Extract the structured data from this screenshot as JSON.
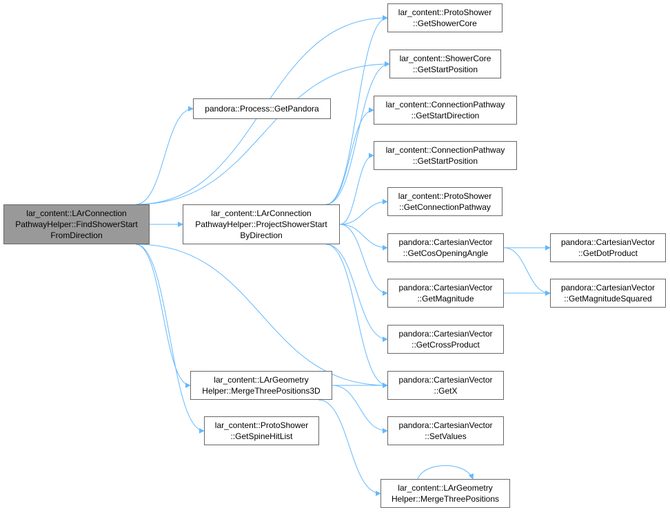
{
  "diagram": {
    "edge_color": "#63b8ff",
    "root_fill": "#999999",
    "node_fill": "#ffffff",
    "node_border": "#666666",
    "nodes": {
      "root": [
        "lar_content::LArConnection",
        "PathwayHelper::FindShowerStart",
        "FromDirection"
      ],
      "get_pandora": [
        "pandora::Process::GetPandora"
      ],
      "project_shower_start": [
        "lar_content::LArConnection",
        "PathwayHelper::ProjectShowerStart",
        "ByDirection"
      ],
      "merge_three_positions_3d": [
        "lar_content::LArGeometry",
        "Helper::MergeThreePositions3D"
      ],
      "get_spine_hit_list": [
        "lar_content::ProtoShower",
        "::GetSpineHitList"
      ],
      "get_shower_core": [
        "lar_content::ProtoShower",
        "::GetShowerCore"
      ],
      "shower_core_get_start_position": [
        "lar_content::ShowerCore",
        "::GetStartPosition"
      ],
      "pathway_get_start_direction": [
        "lar_content::ConnectionPathway",
        "::GetStartDirection"
      ],
      "pathway_get_start_position": [
        "lar_content::ConnectionPathway",
        "::GetStartPosition"
      ],
      "get_connection_pathway": [
        "lar_content::ProtoShower",
        "::GetConnectionPathway"
      ],
      "get_cos_opening_angle": [
        "pandora::CartesianVector",
        "::GetCosOpeningAngle"
      ],
      "get_magnitude": [
        "pandora::CartesianVector",
        "::GetMagnitude"
      ],
      "get_cross_product": [
        "pandora::CartesianVector",
        "::GetCrossProduct"
      ],
      "get_x": [
        "pandora::CartesianVector",
        "::GetX"
      ],
      "set_values": [
        "pandora::CartesianVector",
        "::SetValues"
      ],
      "merge_three_positions": [
        "lar_content::LArGeometry",
        "Helper::MergeThreePositions"
      ],
      "get_dot_product": [
        "pandora::CartesianVector",
        "::GetDotProduct"
      ],
      "get_magnitude_squared": [
        "pandora::CartesianVector",
        "::GetMagnitudeSquared"
      ]
    },
    "edges": [
      [
        "root",
        "get_pandora"
      ],
      [
        "root",
        "get_shower_core"
      ],
      [
        "root",
        "shower_core_get_start_position"
      ],
      [
        "root",
        "project_shower_start"
      ],
      [
        "root",
        "merge_three_positions_3d"
      ],
      [
        "root",
        "get_spine_hit_list"
      ],
      [
        "root",
        "get_x"
      ],
      [
        "project_shower_start",
        "get_shower_core"
      ],
      [
        "project_shower_start",
        "shower_core_get_start_position"
      ],
      [
        "project_shower_start",
        "pathway_get_start_direction"
      ],
      [
        "project_shower_start",
        "pathway_get_start_position"
      ],
      [
        "project_shower_start",
        "get_connection_pathway"
      ],
      [
        "project_shower_start",
        "get_cos_opening_angle"
      ],
      [
        "project_shower_start",
        "get_magnitude"
      ],
      [
        "project_shower_start",
        "get_cross_product"
      ],
      [
        "project_shower_start",
        "get_x"
      ],
      [
        "merge_three_positions_3d",
        "get_x"
      ],
      [
        "merge_three_positions_3d",
        "set_values"
      ],
      [
        "merge_three_positions_3d",
        "merge_three_positions"
      ],
      [
        "merge_three_positions",
        "merge_three_positions"
      ],
      [
        "get_cos_opening_angle",
        "get_dot_product"
      ],
      [
        "get_cos_opening_angle",
        "get_magnitude_squared"
      ],
      [
        "get_magnitude",
        "get_magnitude_squared"
      ]
    ]
  }
}
